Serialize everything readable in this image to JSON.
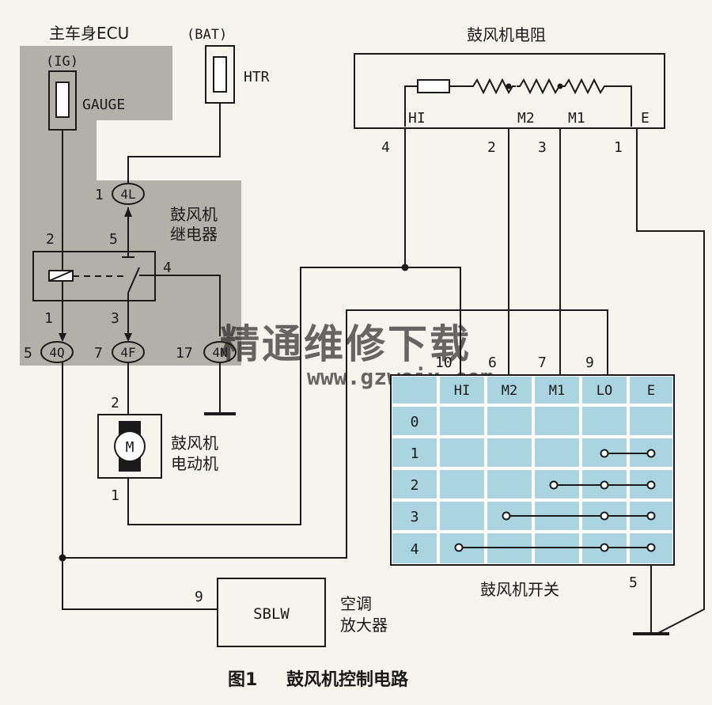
{
  "ecu": {
    "title": "主车身ECU",
    "ig": "(IG)",
    "gauge": "GAUGE"
  },
  "bat": {
    "label": "(BAT)",
    "htr": "HTR"
  },
  "resistor": {
    "title": "鼓风机电阻",
    "hi": "HI",
    "m2": "M2",
    "m1": "M1",
    "e": "E",
    "pin_hi": "4",
    "pin_m2": "2",
    "pin_m1": "3",
    "pin_e": "1"
  },
  "relay": {
    "line1": "鼓风机",
    "line2": "继电器",
    "pin2": "2",
    "pin5": "5",
    "pin1": "1",
    "pin3": "3",
    "pin4": "4"
  },
  "connectors": {
    "c4l": {
      "pin": "1",
      "label": "4L"
    },
    "c4q": {
      "pin": "5",
      "label": "4Q"
    },
    "c4f": {
      "pin": "7",
      "label": "4F"
    },
    "c4n": {
      "pin": "17",
      "label": "4N"
    }
  },
  "motor": {
    "symbol": "M",
    "line1": "鼓风机",
    "line2": "电动机",
    "pin_top": "2",
    "pin_bottom": "1"
  },
  "watermark": {
    "cn": "精通维修下载",
    "url": "www.gzweix.com"
  },
  "switch": {
    "title": "鼓风机开关",
    "columns": [
      "HI",
      "M2",
      "M1",
      "LO",
      "E"
    ],
    "pins": [
      "10",
      "6",
      "7",
      "9"
    ],
    "rows": [
      "0",
      "1",
      "2",
      "3",
      "4"
    ],
    "ground_pin": "5"
  },
  "amplifier": {
    "label": "SBLW",
    "pin": "9",
    "line1": "空调",
    "line2": "放大器"
  },
  "caption": {
    "fig": "图1",
    "title": "鼓风机控制电路"
  },
  "colors": {
    "ecu_bg": "#b3b0aa",
    "box_fill": "#a9d4e0",
    "page_bg": "#f6f4ee",
    "fuse_fill": "#b8b4ac",
    "watermark": "#d6563f"
  }
}
